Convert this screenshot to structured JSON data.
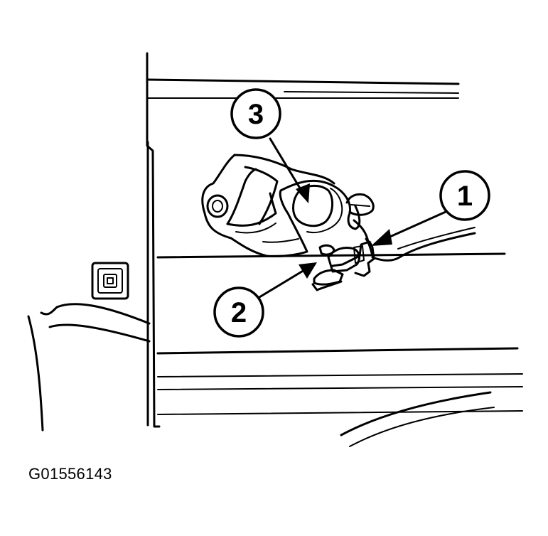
{
  "callouts": [
    {
      "label": "1"
    },
    {
      "label": "2"
    },
    {
      "label": "3"
    }
  ],
  "figure_id": "G01556143",
  "colors": {
    "ink": "#000000",
    "paper": "#ffffff"
  }
}
